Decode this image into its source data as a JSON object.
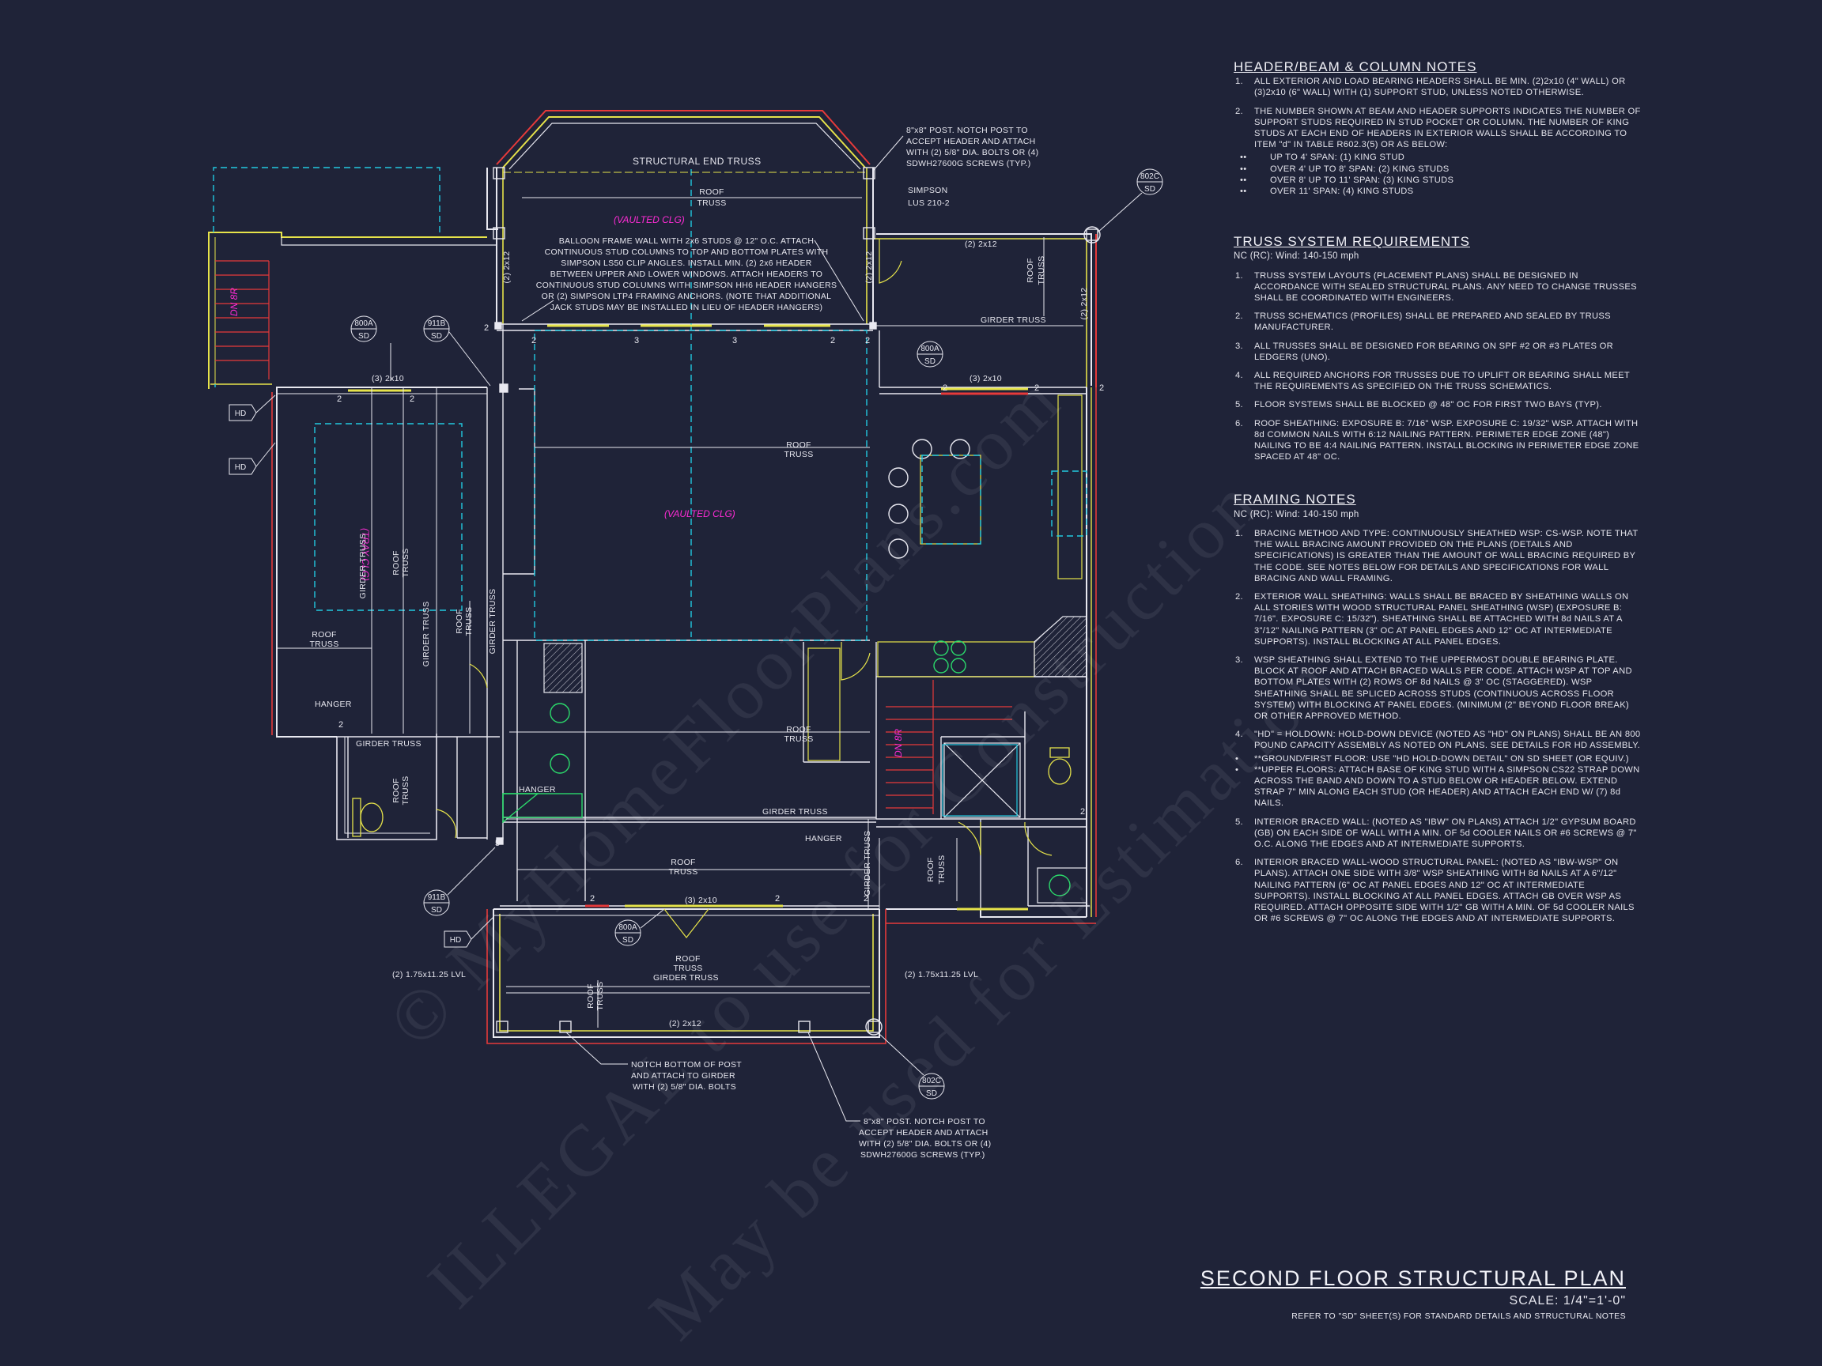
{
  "notes": {
    "header_beam": {
      "title": "HEADER/BEAM & COLUMN NOTES",
      "items": [
        {
          "num": "1.",
          "text": "ALL EXTERIOR AND LOAD BEARING HEADERS SHALL BE MIN. (2)2x10 (4\" WALL) OR (3)2x10 (6\" WALL) WITH (1) SUPPORT STUD, UNLESS NOTED OTHERWISE."
        },
        {
          "num": "2.",
          "text": "THE NUMBER SHOWN AT BEAM AND HEADER SUPPORTS INDICATES THE NUMBER OF SUPPORT STUDS REQUIRED IN STUD POCKET OR COLUMN. THE NUMBER OF KING STUDS AT EACH END OF HEADERS IN EXTERIOR WALLS SHALL BE ACCORDING TO ITEM \"d\" IN TABLE R602.3(5) OR AS BELOW:"
        }
      ],
      "bullets": [
        {
          "bullet": "••",
          "text": "UP TO 4' SPAN: (1) KING STUD"
        },
        {
          "bullet": "••",
          "text": "OVER 4' UP TO 8' SPAN: (2) KING STUDS"
        },
        {
          "bullet": "••",
          "text": "OVER 8' UP TO 11' SPAN: (3) KING STUDS"
        },
        {
          "bullet": "••",
          "text": "OVER 11' SPAN: (4) KING STUDS"
        }
      ]
    },
    "truss": {
      "title": "TRUSS SYSTEM REQUIREMENTS",
      "sub": "NC (RC): Wind: 140-150 mph",
      "items": [
        {
          "num": "1.",
          "text": "TRUSS SYSTEM LAYOUTS (PLACEMENT PLANS) SHALL BE DESIGNED IN ACCORDANCE WITH SEALED STRUCTURAL PLANS. ANY NEED TO CHANGE TRUSSES SHALL BE COORDINATED WITH ENGINEERS."
        },
        {
          "num": "2.",
          "text": "TRUSS SCHEMATICS (PROFILES) SHALL BE PREPARED AND SEALED BY TRUSS MANUFACTURER."
        },
        {
          "num": "3.",
          "text": "ALL TRUSSES SHALL BE DESIGNED FOR BEARING ON SPF #2 OR #3 PLATES OR LEDGERS (UNO)."
        },
        {
          "num": "4.",
          "text": "ALL REQUIRED ANCHORS FOR TRUSSES DUE TO UPLIFT OR BEARING SHALL MEET THE REQUIREMENTS AS SPECIFIED ON THE TRUSS SCHEMATICS."
        },
        {
          "num": "5.",
          "text": "FLOOR SYSTEMS SHALL BE BLOCKED @ 48\" OC FOR FIRST TWO BAYS (TYP)."
        },
        {
          "num": "6.",
          "text": "ROOF SHEATHING: EXPOSURE B: 7/16\" WSP. EXPOSURE C: 19/32\" WSP. ATTACH WITH 8d COMMON NAILS WITH 6:12 NAILING PATTERN. PERIMETER EDGE ZONE (48\") NAILING TO BE 4:4 NAILING PATTERN. INSTALL BLOCKING IN PERIMETER EDGE ZONE SPACED AT 48\" OC."
        }
      ]
    },
    "framing": {
      "title": "FRAMING NOTES",
      "sub": "NC (RC): Wind: 140-150 mph",
      "items": [
        {
          "num": "1.",
          "text": "BRACING METHOD AND TYPE: CONTINUOUSLY SHEATHED WSP: CS-WSP. NOTE THAT THE WALL BRACING AMOUNT PROVIDED ON THE PLANS (DETAILS AND SPECIFICATIONS) IS GREATER THAN THE AMOUNT OF WALL BRACING REQUIRED BY THE CODE. SEE NOTES BELOW FOR DETAILS AND SPECIFICATIONS FOR WALL BRACING AND WALL FRAMING."
        },
        {
          "num": "2.",
          "text": "EXTERIOR WALL SHEATHING: WALLS SHALL BE BRACED BY SHEATHING WALLS ON ALL STORIES WITH WOOD STRUCTURAL PANEL SHEATHING (WSP) (EXPOSURE B: 7/16\". EXPOSURE C: 15/32\"). SHEATHING SHALL BE ATTACHED WITH 8d NAILS AT A 3\"/12\" NAILING PATTERN (3\" OC AT PANEL EDGES AND 12\" OC AT INTERMEDIATE SUPPORTS). INSTALL BLOCKING AT ALL PANEL EDGES."
        },
        {
          "num": "3.",
          "text": "WSP SHEATHING SHALL EXTEND TO THE UPPERMOST DOUBLE BEARING PLATE. BLOCK AT ROOF AND ATTACH BRACED WALLS PER CODE. ATTACH WSP AT TOP AND BOTTOM PLATES WITH (2) ROWS OF 8d NAILS @ 3\" OC (STAGGERED). WSP SHEATHING SHALL BE SPLICED ACROSS STUDS (CONTINUOUS ACROSS FLOOR SYSTEM) WITH BLOCKING AT PANEL EDGES. (MINIMUM (2\" BEYOND FLOOR BREAK) OR OTHER APPROVED METHOD."
        },
        {
          "num": "4.",
          "text": "\"HD\" = HOLDOWN: HOLD-DOWN DEVICE (NOTED AS \"HD\" ON PLANS) SHALL BE AN 800 POUND CAPACITY ASSEMBLY AS NOTED ON PLANS. SEE DETAILS FOR HD ASSEMBLY."
        }
      ],
      "bullets": [
        {
          "bullet": "•",
          "text": "**GROUND/FIRST FLOOR: USE \"HD HOLD-DOWN DETAIL\" ON SD SHEET (OR EQUIV.)"
        },
        {
          "bullet": "•",
          "text": "**UPPER FLOORS: ATTACH BASE OF KING STUD WITH A SIMPSON CS22 STRAP DOWN ACROSS THE BAND AND DOWN TO A STUD BELOW OR HEADER BELOW. EXTEND STRAP 7\" MIN ALONG EACH STUD (OR HEADER) AND ATTACH EACH END W/ (7) 8d NAILS."
        }
      ],
      "items2": [
        {
          "num": "5.",
          "text": "INTERIOR BRACED WALL: (NOTED AS \"IBW\" ON PLANS) ATTACH 1/2\" GYPSUM BOARD (GB) ON EACH SIDE OF WALL WITH A MIN. OF 5d COOLER NAILS OR #6 SCREWS @ 7\" O.C. ALONG THE EDGES AND AT INTERMEDIATE SUPPORTS."
        },
        {
          "num": "6.",
          "text": "INTERIOR BRACED WALL-WOOD STRUCTURAL PANEL: (NOTED AS \"IBW-WSP\" ON PLANS). ATTACH ONE SIDE WITH 3/8\" WSP SHEATHING WITH 8d NAILS AT A 6\"/12\" NAILING PATTERN (6\" OC AT PANEL EDGES AND 12\" OC AT INTERMEDIATE SUPPORTS). INSTALL BLOCKING AT ALL PANEL EDGES. ATTACH GB OVER WSP AS REQUIRED. ATTACH OPPOSITE SIDE WITH 1/2\" GB WITH A MIN. OF 5d COOLER NAILS OR #6 SCREWS @ 7\" OC ALONG THE EDGES AND AT INTERMEDIATE SUPPORTS."
        }
      ]
    }
  },
  "title_block": {
    "title": "SECOND FLOOR STRUCTURAL PLAN",
    "scale": "SCALE: 1/4\"=1'-0\"",
    "ref": "REFER TO \"SD\" SHEET(S) FOR STANDARD DETAILS AND STRUCTURAL NOTES"
  },
  "watermark": {
    "line1": "© MyHomeFloorPlans.com",
    "line2": "ILLEGAL to use for Construction",
    "line3": "May be used for Estimation"
  },
  "plan_labels": {
    "structural_end_truss": "STRUCTURAL END TRUSS",
    "roof": "ROOF",
    "truss": "TRUSS",
    "vaulted": "(VAULTED CLG)",
    "tray": "(TRAY CLG)",
    "balloon_note": [
      "BALLOON FRAME WALL WITH 2x6 STUDS @ 12\" O.C. ATTACH",
      "CONTINUOUS STUD COLUMNS TO TOP AND BOTTOM PLATES WITH",
      "SIMPSON LS50 CLIP ANGLES. INSTALL MIN. (2) 2x6 HEADER",
      "BETWEEN UPPER AND LOWER WINDOWS. ATTACH HEADERS TO",
      "CONTINUOUS STUD COLUMNS WITH SIMPSON HH6 HEADER HANGERS",
      "OR (2) SIMPSON LTP4 FRAMING ANCHORS. (NOTE THAT ADDITIONAL",
      "JACK STUDS MAY BE INSTALLED IN LIEU OF HEADER HANGERS)"
    ],
    "post_note_top": [
      "8\"x8\" POST. NOTCH POST TO",
      "ACCEPT HEADER AND ATTACH",
      "WITH (2) 5/8\" DIA. BOLTS OR (4)",
      "SDWH27600G SCREWS (TYP.)"
    ],
    "post_note_bottom": [
      "8\"x8\" POST. NOTCH POST TO",
      "ACCEPT HEADER AND ATTACH",
      "WITH (2) 5/8\" DIA. BOLTS OR (4)",
      "SDWH27600G SCREWS (TYP.)"
    ],
    "notch_note": [
      "NOTCH BOTTOM OF POST",
      "AND ATTACH TO GIRDER",
      "WITH (2) 5/8\" DIA. BOLTS"
    ],
    "simpson": [
      "SIMPSON",
      "LUS 210-2"
    ],
    "two_2x12": "(2) 2x12",
    "three_2x10": "(3) 2x10",
    "girder_truss": "GIRDER TRUSS",
    "hanger": "HANGER",
    "hd": "HD",
    "lvl": "(2) 1.75x11.25 LVL",
    "dn": "DN 8R",
    "sd": "SD",
    "d800a": "800A",
    "d911b": "911B",
    "d802c": "802C"
  }
}
